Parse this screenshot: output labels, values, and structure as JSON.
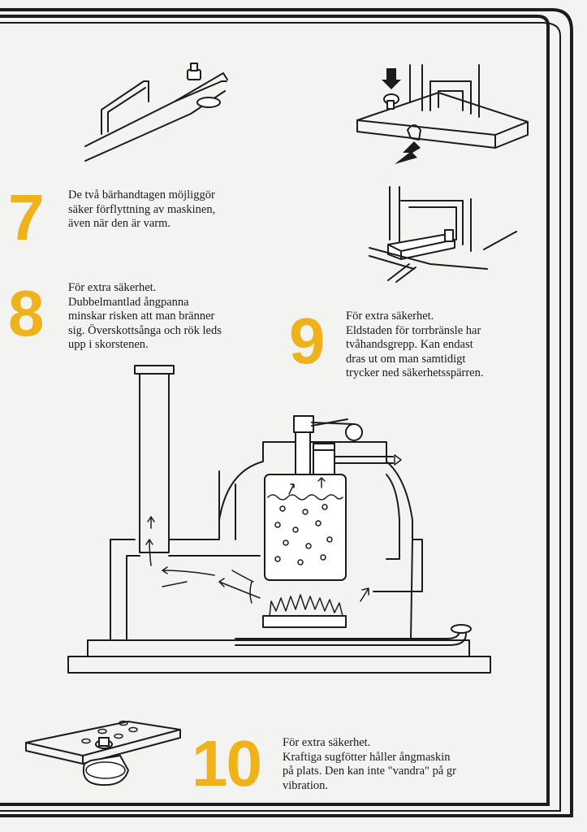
{
  "steps": [
    {
      "number": "7",
      "text": "De två bärhandtagen möjliggör\nsäker förflyttning av maskinen,\näven när den är varm."
    },
    {
      "number": "8",
      "text": "För extra säkerhet.\nDubbelmantlad ångpanna\nminskar risken att man bränner\nsig. Överskottsånga och rök leds\nupp i skorstenen."
    },
    {
      "number": "9",
      "text": "För extra säkerhet.\nEldstaden för torrbränsle har\ntvåhandsgrepp. Kan endast\ndras ut om man samtidigt\ntrycker ned säkerhetsspärren."
    },
    {
      "number": "10",
      "text": "För extra säkerhet.\nKraftiga sugfötter håller ångmaskin\npå plats. Den kan inte \"vandra\" på gr\nvibration."
    }
  ],
  "colors": {
    "accent": "#f0b21a",
    "ink": "#1c1c1c",
    "paper": "#f3f3f1"
  }
}
